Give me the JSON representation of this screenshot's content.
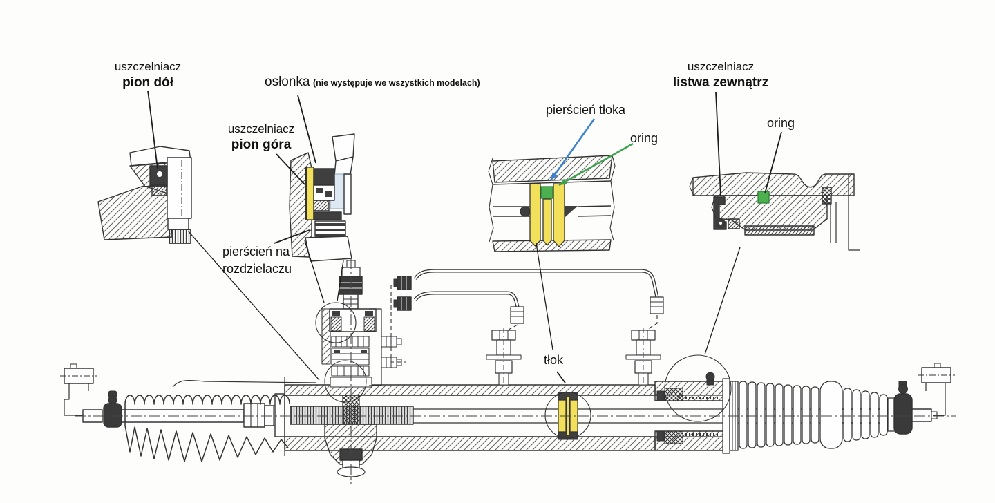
{
  "page": {
    "background": "#fdfdfc"
  },
  "colors": {
    "bg": "#fdfdfc",
    "line": "#333333",
    "label": "#111111",
    "seal_highlight": "#f2df5a",
    "oring_green": "#4caf50",
    "arrow_blue": "#3c83c9",
    "arrow_green": "#3fa34d"
  },
  "labels": {
    "seal_pinion_lower": {
      "line1": "uszczelniacz",
      "line2": "pion dół"
    },
    "boot_cap": {
      "name": "osłonka",
      "note": "(nie występuje we wszystkich modelach)"
    },
    "seal_pinion_upper": {
      "line1": "uszczelniacz",
      "line2": "pion góra"
    },
    "distributor_ring": {
      "line1": "pierścień na",
      "line2": "rozdzielaczu"
    },
    "piston_ring": {
      "text": "pierścień tłoka"
    },
    "oring_center": {
      "text": "oring"
    },
    "seal_rack_outer": {
      "line1": "uszczelniacz",
      "line2": "listwa zewnątrz"
    },
    "oring_right": {
      "text": "oring"
    },
    "piston": {
      "text": "tłok"
    }
  }
}
